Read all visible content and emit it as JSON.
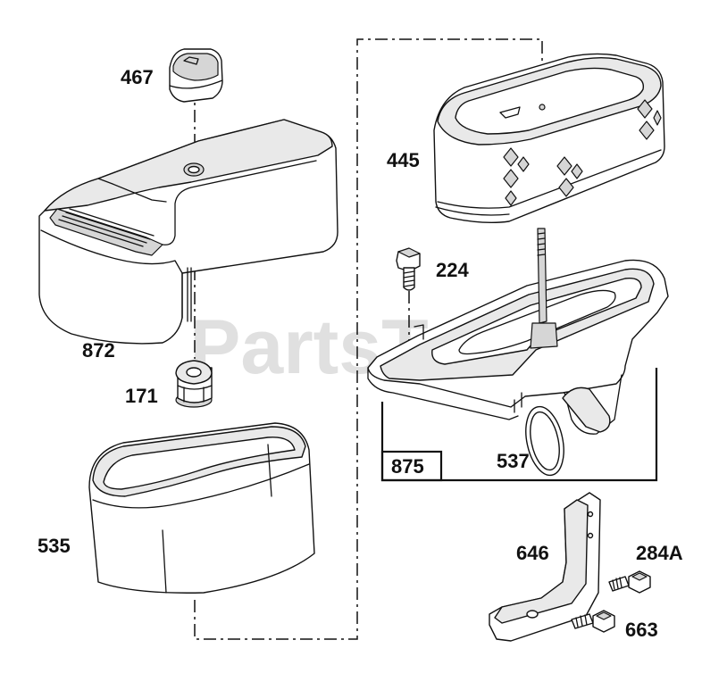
{
  "diagram": {
    "watermark": "PartsTree",
    "parts": [
      {
        "id": "p467",
        "label": "467",
        "icon": "knob-icon"
      },
      {
        "id": "p872",
        "label": "872",
        "icon": "air-cleaner-cover-icon"
      },
      {
        "id": "p171",
        "label": "171",
        "icon": "grommet-icon"
      },
      {
        "id": "p535",
        "label": "535",
        "icon": "pre-cleaner-icon"
      },
      {
        "id": "p445",
        "label": "445",
        "icon": "air-filter-cartridge-icon"
      },
      {
        "id": "p224",
        "label": "224",
        "icon": "screw-icon"
      },
      {
        "id": "p875",
        "label": "875",
        "icon": "air-cleaner-base-icon"
      },
      {
        "id": "p537",
        "label": "537",
        "icon": "seal-ring-icon"
      },
      {
        "id": "p646",
        "label": "646",
        "icon": "bracket-icon"
      },
      {
        "id": "p284A",
        "label": "284A",
        "icon": "screw-icon"
      },
      {
        "id": "p663",
        "label": "663",
        "icon": "screw-icon"
      }
    ]
  }
}
